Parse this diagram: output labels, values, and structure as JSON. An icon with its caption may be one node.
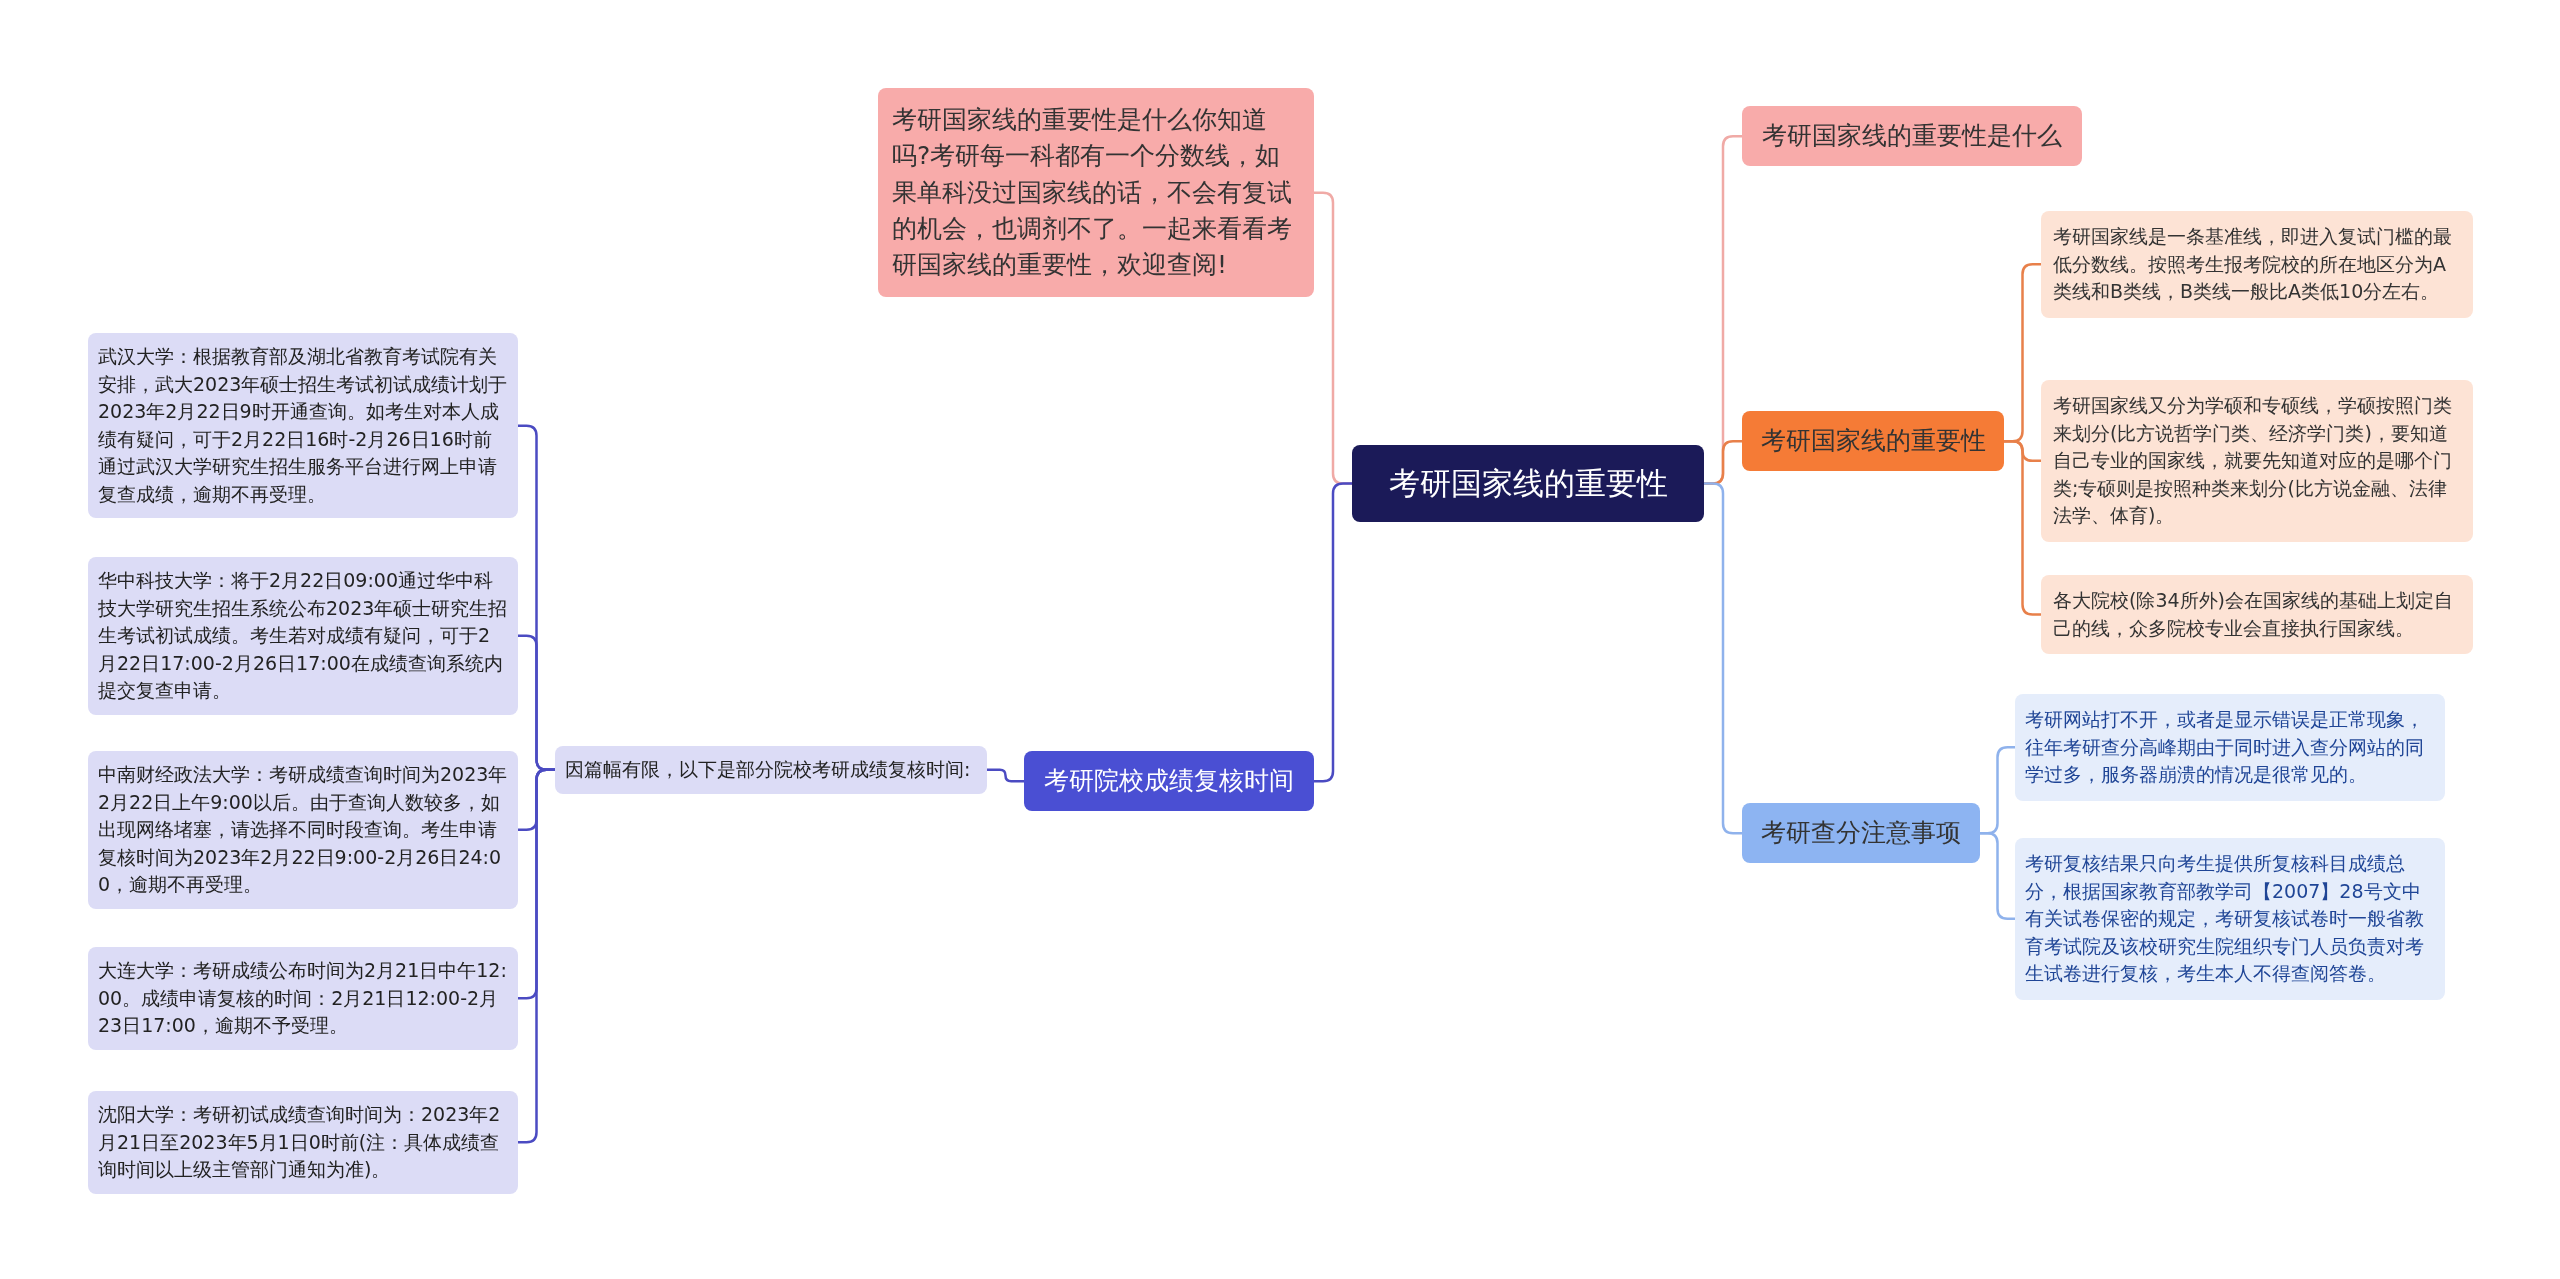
{
  "diagram": {
    "nodes": [
      {
        "text": [
          "考研国家线的重要性"
        ]
      },
      {
        "text": [
          "考研国家线的重要性是什么你知道吗?考研每一科都有一个分数线，如果单科没过国家线的话，不会有复试的机会，也调剂不了。一起来看看考研国家线的重要性，欢迎查阅!"
        ]
      },
      {
        "text": [
          "考研院校成绩复核时间"
        ]
      },
      {
        "text": [
          "因篇幅有限，以下是部分院校考研成绩复核时间:"
        ]
      },
      {
        "text": [
          "武汉大学：根据教育部及湖北省教育考试院有关安排，武大2023年硕士招生考试初试成绩计划于2023年2月22日9时开通查询。如考生对本人成绩有疑问，可于2月22日16时-2月26日16时前通过武汉大学研究生招生服务平台进行网上申请复查成绩，逾期不再受理。"
        ]
      },
      {
        "text": [
          "华中科技大学：将于2月22日09:00通过华中科技大学研究生招生系统公布2023年硕士研究生招生考试初试成绩。考生若对成绩有疑问，可于2月22日17:00-2月26日17:00在成绩查询系统内提交复查申请。"
        ]
      },
      {
        "text": [
          "中南财经政法大学：考研成绩查询时间为2023年2月22日上午9:00以后。由于查询人数较多，如出现网络堵塞，请选择不同时段查询。考生申请复核时间为2023年2月22日9:00-2月26日24:00，逾期不再受理。"
        ]
      },
      {
        "text": [
          "大连大学：考研成绩公布时间为2月21日中午12:00。成绩申请复核的时间：2月21日12:00-2月23日17:00，逾期不予受理。"
        ]
      },
      {
        "text": [
          "沈阳大学：考研初试成绩查询时间为：2023年2月21日至2023年5月1日0时前(注：具体成绩查询时间以上级主管部门通知为准)。"
        ]
      },
      {
        "text": [
          "考研国家线的重要性是什么"
        ]
      },
      {
        "text": [
          "考研国家线的重要性"
        ]
      },
      {
        "text": [
          "考研国家线是一条基准线，即进入复试门槛的最低分数线。按照考生报考院校的所在地区分为A类线和B类线，B类线一般比A类低10分左右。"
        ]
      },
      {
        "text": [
          "考研国家线又分为学硕和专硕线，学硕按照门类来划分(比方说哲学门类、经济学门类)，要知道自己专业的国家线，就要先知道对应的是哪个门类;专硕则是按照种类来划分(比方说金融、法律法学、体育)。"
        ]
      },
      {
        "text": [
          "各大院校(除34所外)会在国家线的基础上划定自己的线，众多院校专业会直接执行国家线。"
        ]
      },
      {
        "text": [
          "考研查分注意事项"
        ]
      },
      {
        "text": [
          "考研网站打不开，或者是显示错误是正常现象，往年考研查分高峰期由于同时进入查分网站的同学过多，服务器崩溃的情况是很常见的。"
        ]
      },
      {
        "text": [
          "考研复核结果只向考生提供所复核科目成绩总分，根据国家教育部教学司【2007】28号文中有关试卷保密的规定，考研复核试卷时一般省教育考试院及该校研究生院组织专门人员负责对考生试卷进行复核，考生本人不得查阅答卷。"
        ]
      }
    ],
    "edges": [
      {
        "from": 0,
        "to": 1,
        "arrow": "none",
        "color": "#f0aaa6"
      },
      {
        "from": 0,
        "to": 2,
        "arrow": "none"
      },
      {
        "from": 2,
        "to": 3,
        "arrow": "none"
      },
      {
        "from": 3,
        "to": 4,
        "arrow": "none"
      },
      {
        "from": 3,
        "to": 5,
        "arrow": "none"
      },
      {
        "from": 3,
        "to": 6,
        "arrow": "none"
      },
      {
        "from": 3,
        "to": 7,
        "arrow": "none"
      },
      {
        "from": 3,
        "to": 8,
        "arrow": "none"
      },
      {
        "from": 0,
        "to": 9,
        "arrow": "none",
        "color": "#f0aaa6"
      },
      {
        "from": 0,
        "to": 10,
        "arrow": "none",
        "color": "#e8804a"
      },
      {
        "from": 10,
        "to": 11,
        "arrow": "none",
        "color": "#e8804a"
      },
      {
        "from": 10,
        "to": 12,
        "arrow": "none",
        "color": "#e8804a"
      },
      {
        "from": 10,
        "to": 13,
        "arrow": "none",
        "color": "#e8804a"
      },
      {
        "from": 0,
        "to": 14,
        "arrow": "none",
        "color": "#8fb2ec"
      },
      {
        "from": 14,
        "to": 15,
        "arrow": "none",
        "color": "#8fb2ec"
      },
      {
        "from": 14,
        "to": 16,
        "arrow": "none",
        "color": "#8fb2ec"
      }
    ]
  }
}
